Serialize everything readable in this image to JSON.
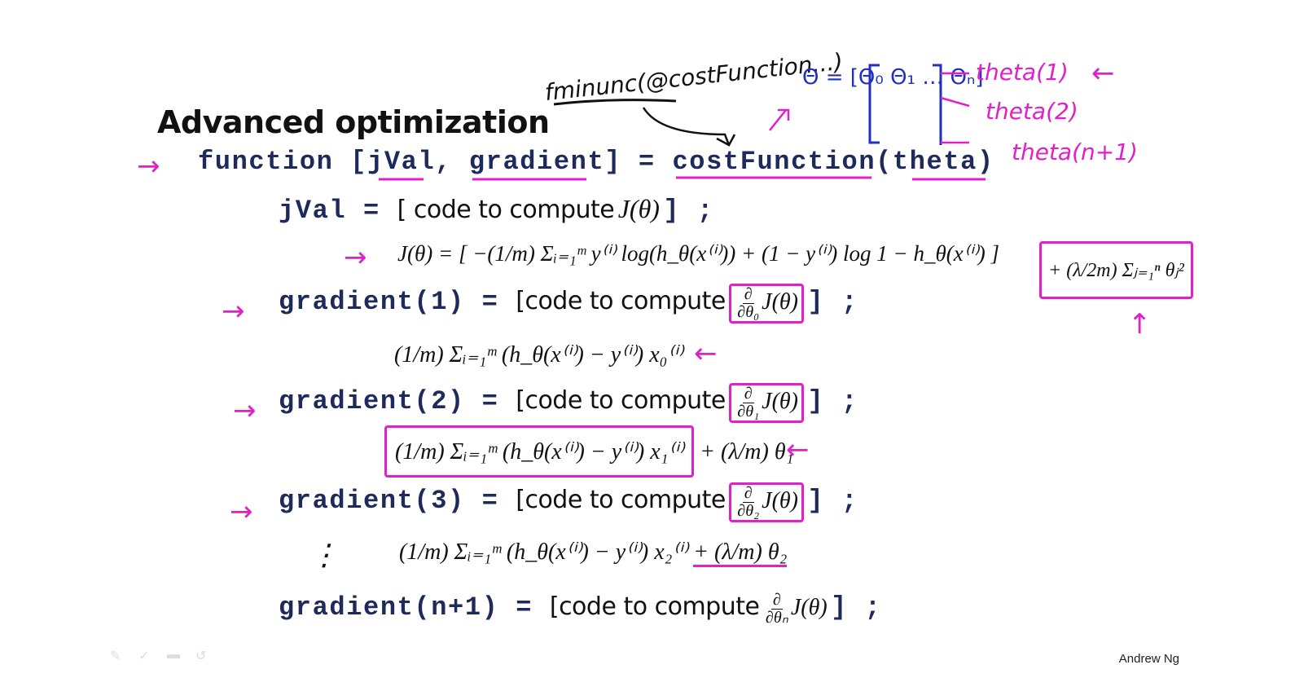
{
  "slide": {
    "title": "Advanced optimization",
    "signature": "Andrew Ng",
    "function_line": "function [jVal, gradient] = costFunction(theta)",
    "jval_lhs": "jVal = ",
    "code_to_compute_bracket": "[ code to compute",
    "code_to_compute": "[code to compute",
    "j_theta": "J(θ)",
    "end_bracket": "] ;",
    "cost_formula": "J(θ) = [ −(1/m) Σᵢ₌₁ᵐ y⁽ⁱ⁾ log(h_θ(x⁽ⁱ⁾)) + (1 − y⁽ⁱ⁾) log 1 − h_θ(x⁽ⁱ⁾) ]",
    "reg_term": "+ (λ/2m) Σⱼ₌₁ⁿ θⱼ²",
    "gradients": [
      {
        "lhs": "gradient(1)  = ",
        "partial_num": "∂",
        "partial_den": "∂θ₀",
        "formula": "(1/m) Σᵢ₌₁ᵐ (h_θ(x⁽ⁱ⁾) − y⁽ⁱ⁾) x₀⁽ⁱ⁾",
        "reg": ""
      },
      {
        "lhs": "gradient(2)  = ",
        "partial_num": "∂",
        "partial_den": "∂θ₁",
        "formula": "(1/m) Σᵢ₌₁ᵐ (h_θ(x⁽ⁱ⁾) − y⁽ⁱ⁾) x₁⁽ⁱ⁾",
        "reg": "+ (λ/m) θ₁"
      },
      {
        "lhs": "gradient(3)  = ",
        "partial_num": "∂",
        "partial_den": "∂θ₂",
        "formula": "(1/m) Σᵢ₌₁ᵐ (h_θ(x⁽ⁱ⁾) − y⁽ⁱ⁾) x₂⁽ⁱ⁾",
        "reg": "+ (λ/m) θ₂"
      },
      {
        "lhs": "gradient(n+1)  = ",
        "partial_num": "∂",
        "partial_den": "∂θₙ",
        "formula": "",
        "reg": ""
      }
    ],
    "ellipsis": "⋮"
  },
  "annotations": {
    "fminunc": "fminunc(@costFunction...)",
    "theta_vec": "Θ = [Θ₀ Θ₁ … Θₙ]",
    "theta_1": "theta(1)",
    "theta_2": "theta(2)",
    "theta_n1": "theta(n+1)",
    "arrow": "→",
    "left_arrow": "←",
    "up_arrow": "↑"
  },
  "colors": {
    "code": "#1e2a5c",
    "annotation": "#e020c8",
    "ink_blue": "#2030c0"
  }
}
